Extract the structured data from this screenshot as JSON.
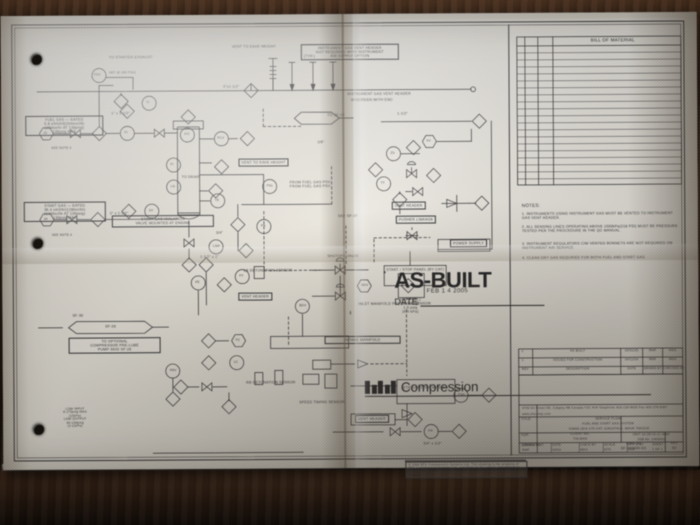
{
  "photo": {
    "subject": "engineering P&ID drawing on desk",
    "surface": "dark wood desk"
  },
  "sheet": {
    "stamp": {
      "title": "AS-BUILT",
      "date_label": "DATE",
      "date_stamp": "FEB 1 4 2005"
    },
    "logo": {
      "mark": "efx-logo-mark",
      "text": "Compression"
    },
    "address_line": "4700 92 Street SE, Calgary AB Canada  T2C 4V4   Telephone 403-236-8000  Fax 403-279-5087",
    "website": "www.efxcomp.com",
    "bom": {
      "header": "BILL OF MATERIAL"
    },
    "notes": {
      "header": "NOTES:",
      "items": [
        "1. INSTRUMENTS USING INSTRUMENT GAS MUST BE VENTED TO INSTRUMENT GAS VENT HEADER.",
        "2. ALL SENSING LINES OPERATING ABOVE 1500kPa(218 PSI) MUST BE PRESSURE TESTED PER THE PROCEDURE IN THE QC MANUAL.",
        "3. INSTRUMENT REGULATORS C/W VENTED BONNETS ARE NOT REQUIRED ON INSTRUMENT AIR SERVICE.",
        "4. CLEAN DRY GAS REQUIRED FOR BOTH FUEL AND START GAS."
      ]
    },
    "revision_table": {
      "columns": [
        "REV",
        "DESCRIPTION",
        "DATE",
        "DRAWN BY",
        "CHECKED BY"
      ],
      "rows": [
        [
          "2",
          "AS BUILT",
          "05/01/05",
          "RMF",
          "MDS"
        ],
        [
          "1",
          "ISSUED FOR CONSTRUCTION",
          "04/11/04",
          "RMF",
          "MDS"
        ]
      ]
    },
    "title_block": {
      "title_label": "TITLE:",
      "title_lines": [
        "SERVICE FLOW",
        "FUEL AND START GAS SYSTEM",
        "G3606 LE/A-175 CAT, G3616TALE, WAUK 7042GSI"
      ],
      "for_label": "FOR:",
      "for_lines": [
        "CLIENT NO.",
        "TOLMAN"
      ],
      "unit_ref": "UNIT 14-28-23-21 W4M",
      "job_ref": "JOB No. 2405000",
      "consultant_label": "CONSULTANT:",
      "drawing_no_label": "DWG. No.",
      "drawing_no": "SF-040606-03",
      "rev_label": "REV",
      "rev": "02",
      "footer_fields": [
        {
          "k": "DRAWN BY",
          "v": "RMF"
        },
        {
          "k": "DATE",
          "v": "06/04"
        },
        {
          "k": "CHK'D BY",
          "v": "MDS"
        },
        {
          "k": "SCALE",
          "v": "NTS"
        },
        {
          "k": "APP'D BY",
          "v": "DLK"
        },
        {
          "k": "SHEET",
          "v": "1 OF 1"
        }
      ]
    },
    "copyright": "© 2004 EFX Compression Systems Ltd.  This drawing is the property of EFX Compression Systems Ltd. and shall not be copied, reproduced or used in any manner without the written permission of EFX Compression Systems Ltd."
  },
  "diagram": {
    "callout_boxes": [
      {
        "id": "fuel-gas-rated",
        "lines": [
          "FUEL GAS — RATED",
          "5.8 e3m3/d(204mscfd)",
          "(200kw/hr AT 130psig)",
          "130psig MAX"
        ],
        "note_ref": "SEE NOTE 4"
      },
      {
        "id": "start-gas-rated",
        "lines": [
          "START GAS — RATED",
          "36.4 sm3/hr(1286scfm)",
          "(1300scfm AT 130psig)",
          "130psig MAX"
        ],
        "note_ref": "SEE NOTE 4"
      },
      {
        "id": "prelube-pump",
        "lines": [
          "TO OPTIONAL",
          "COMPRESSOR PRE-LUBE",
          "PUMP SKID SF-20"
        ]
      },
      {
        "id": "start-gas-isolation",
        "lines": [
          "START GAS ISOLATION",
          "VALVE MOUNTED AT ENGINE"
        ]
      },
      {
        "id": "instrument-gas-vent-note",
        "lines": [
          "INSTRUMENT GAS VENT HEADER",
          "NOT REQUIRED WITH INSTRUMENT",
          "AIR SUPPLY OPTION"
        ]
      },
      {
        "id": "air-fuel-dp",
        "lines": [
          "(AIR-FUEL)",
          "DP SET@",
          "1.0 psig",
          "(6.9 kPa)"
        ]
      },
      {
        "id": "detonation-inputs",
        "lines": [
          "LOW INPUT",
          "8.175psig MAX",
          "(15kPa)",
          "LOW OUTPUT",
          "40-100psig",
          "(3-11kPa)"
        ]
      }
    ],
    "plain_labels": [
      "TO STARTER EXHAUST",
      "VENT TO EAVE HEIGHT",
      "(TYP.)",
      "SET @ 185 PSIG",
      "3\"x1-1/2\"",
      "1\" x 1-1/2\"",
      "1-1/2\"",
      "1/2\"",
      "3/8\"",
      "3/4\"",
      "1\"",
      "2\" x 1-1/2\"",
      "INSTRUMENT GAS VENT HEADER",
      "W/SCREEN WITH END",
      "TO SF-13",
      "VENT TO EAVE HEIGHT",
      "FROM FUEL GAS PSV",
      "VENT HEADER",
      "SEE SF-37",
      "PUSHER LINKAGE",
      "POWER SUPPLY",
      "SHUTOFF VALVE",
      "START / STOP PANEL (BY CAT)",
      "INLET MANIFOLD PRESSURE SENSOR",
      "LB DETONATION SENSOR",
      "RB DETONATION SENSOR",
      "SPEED TIMING SENSOR",
      "ETR CONTROL MODULE",
      "INTAKE MANIFOLD",
      "TO DRAIN",
      "SEE NOTE 4",
      "1-1/2\" x 1\"",
      "SF-20",
      "SF-30",
      "1-1/2\"",
      "3/4\" x 1/2\""
    ],
    "tag_bubbles": [
      "PSV",
      "PI",
      "TI",
      "PCV",
      "FI",
      "LG",
      "PIT",
      "TE",
      "SV",
      "PSL",
      "PG",
      "LSH",
      "FE",
      "PT",
      "ZS",
      "XV",
      "TT",
      "SDV",
      "BDV",
      "PRV",
      "LC",
      "FC",
      "HS",
      "PSH",
      "PY",
      "SC",
      "XY",
      "TV",
      "LSL",
      "FV"
    ],
    "flags": [
      "30",
      "34",
      "SF-20",
      "SF-30",
      "SF-13",
      "SF-37"
    ]
  }
}
